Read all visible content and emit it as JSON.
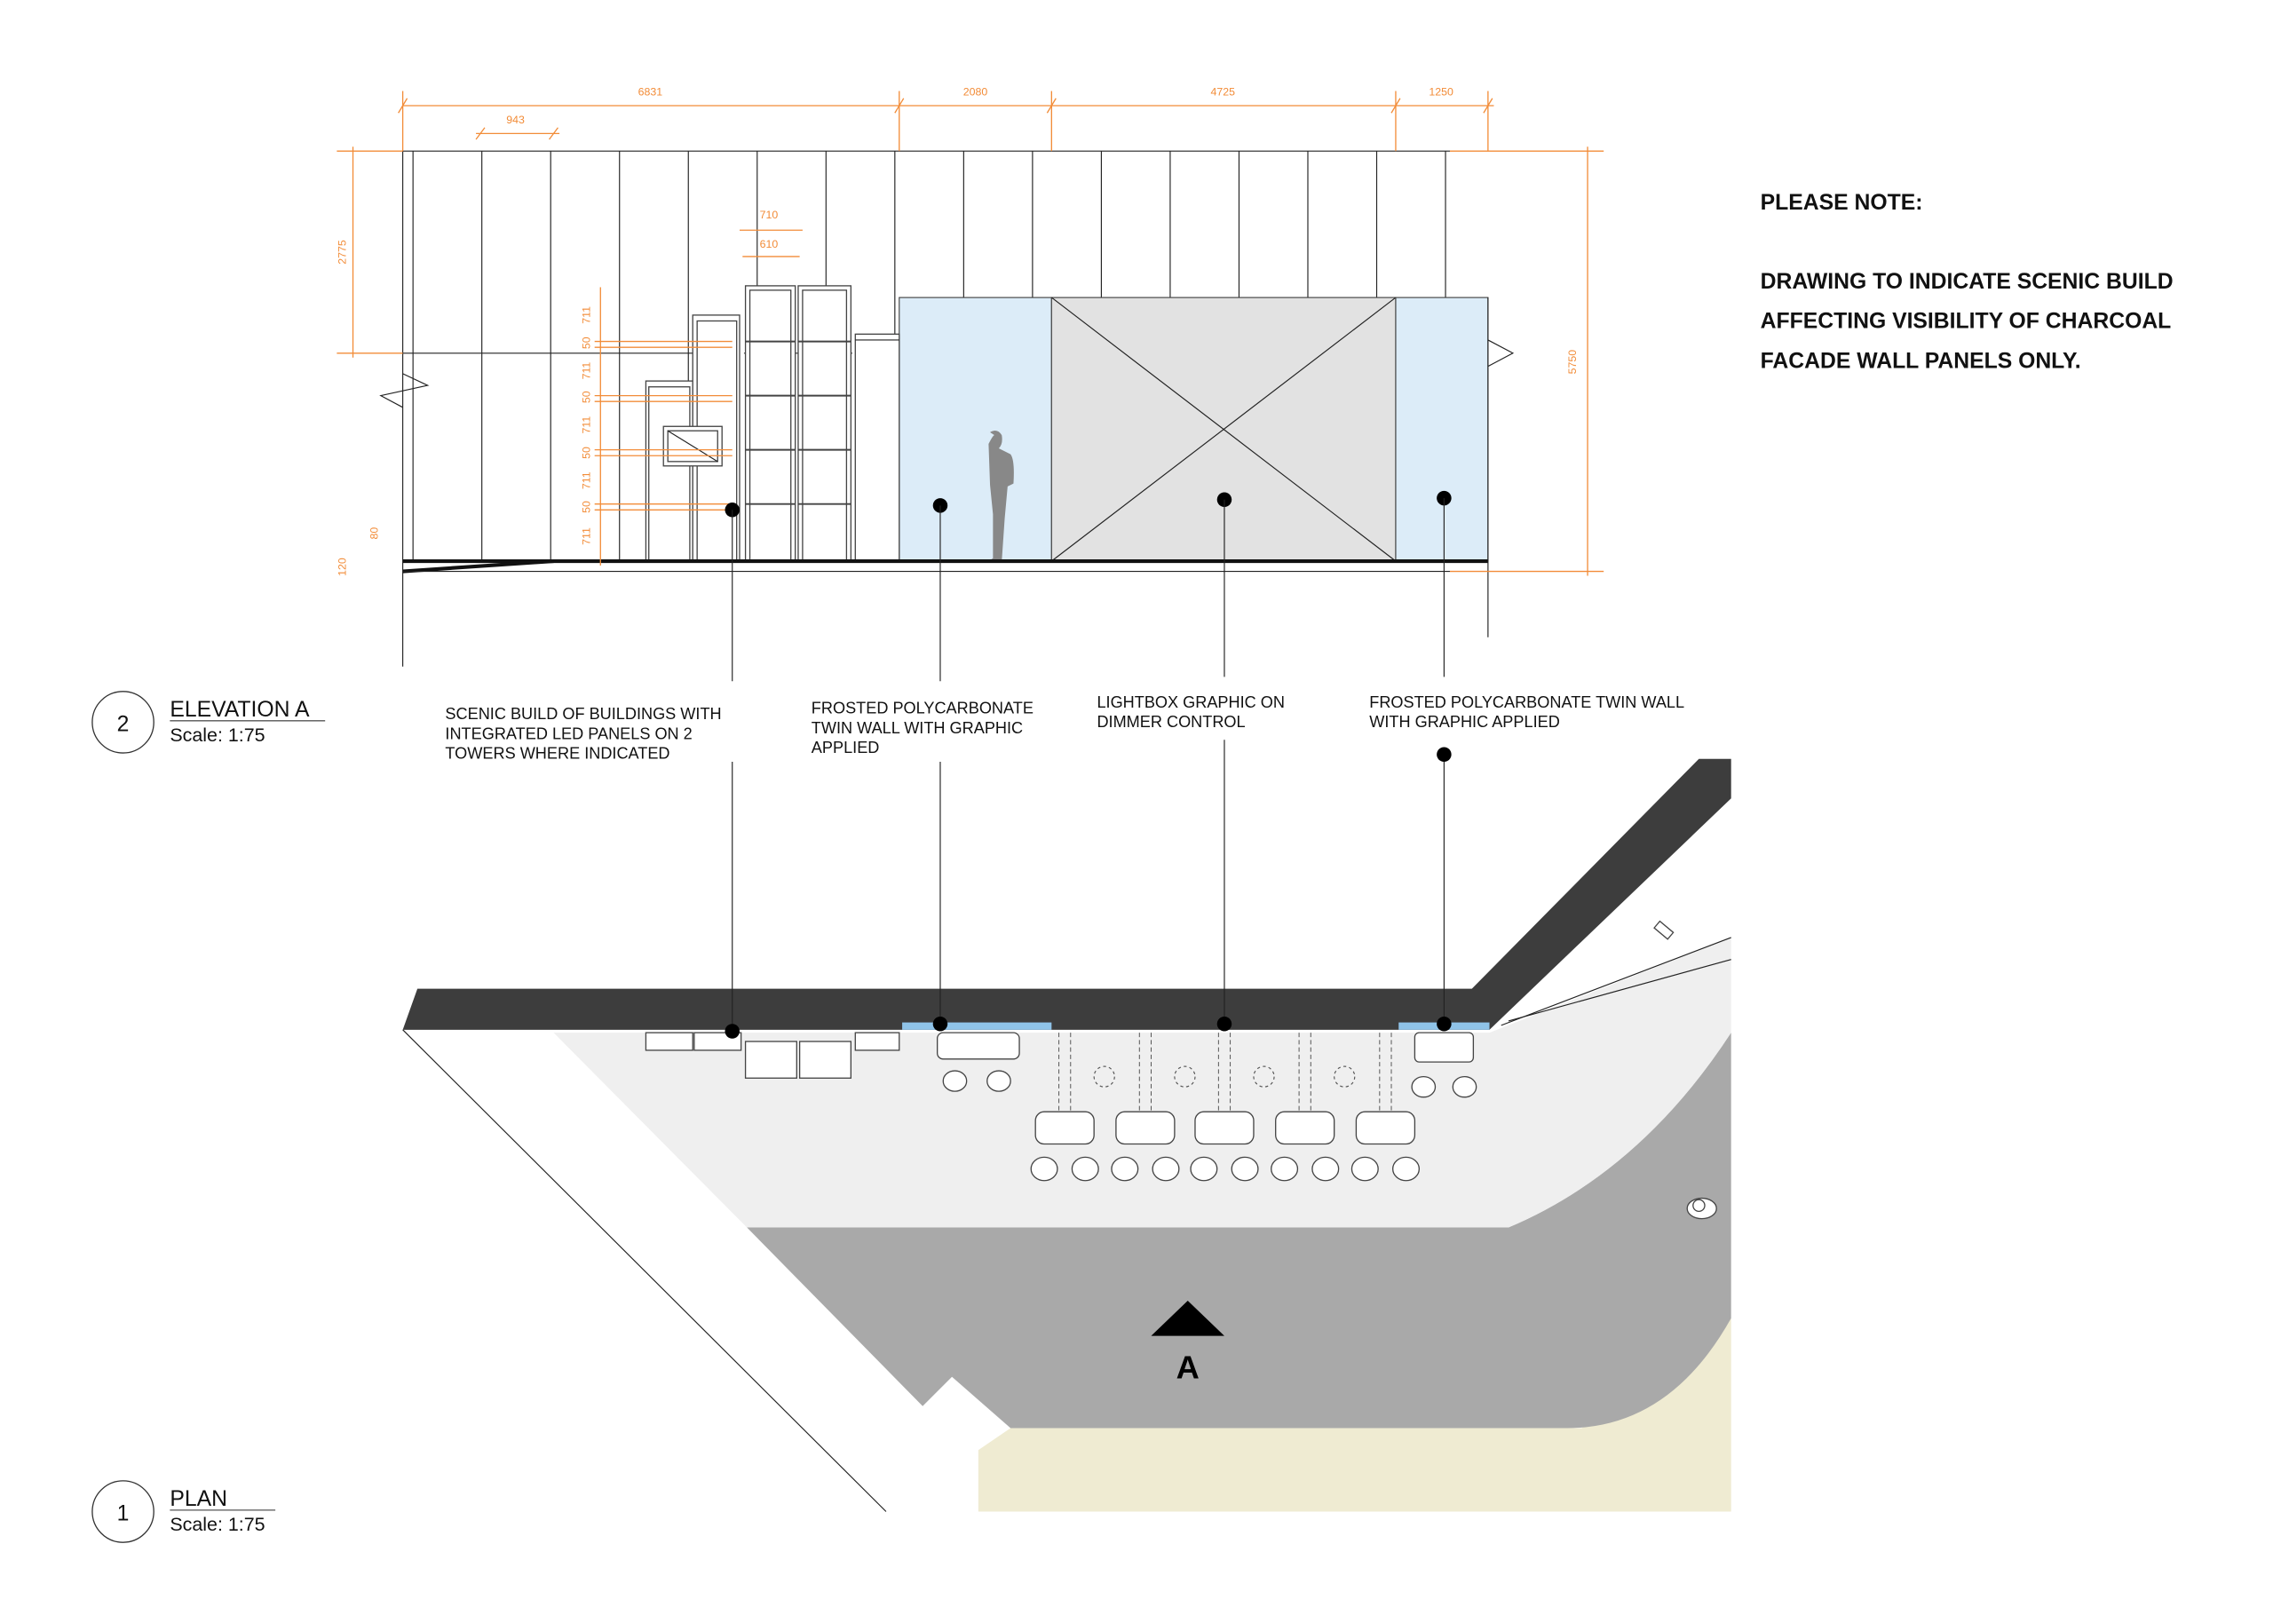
{
  "note": {
    "heading": "PLEASE NOTE:",
    "lines": [
      "DRAWING TO INDICATE SCENIC BUILD",
      "AFFECTING VISIBILITY OF CHARCOAL",
      "FACADE WALL PANELS ONLY."
    ]
  },
  "elevation": {
    "number": "2",
    "title": "ELEVATION A",
    "scale": "Scale: 1:75",
    "dimensions": {
      "top": [
        "6831",
        "2080",
        "4725",
        "1250"
      ],
      "panel": "943",
      "tower_outer": "710",
      "tower_inner": "610",
      "left_height": "2775",
      "right_height": "5750",
      "floor": "120",
      "step": "80",
      "tower_module": "711",
      "tower_gap": "50"
    }
  },
  "callouts": [
    {
      "lines": [
        "SCENIC BUILD OF BUILDINGS WITH",
        "INTEGRATED LED PANELS ON 2",
        "TOWERS WHERE INDICATED"
      ]
    },
    {
      "lines": [
        "FROSTED POLYCARBONATE",
        "TWIN WALL WITH GRAPHIC",
        "APPLIED"
      ]
    },
    {
      "lines": [
        "LIGHTBOX GRAPHIC ON",
        "DIMMER CONTROL"
      ]
    },
    {
      "lines": [
        "FROSTED POLYCARBONATE TWIN WALL",
        "WITH GRAPHIC APPLIED"
      ]
    }
  ],
  "plan": {
    "number": "1",
    "title": "PLAN",
    "scale": "Scale: 1:75",
    "section_marker": "A"
  },
  "colors": {
    "dimension": "#f28c38",
    "polycarbonate": "#dcecf8",
    "lightbox": "#e2e2e2",
    "wall": "#3d3d3d",
    "floor": "#efefef",
    "road": "#a9a9a9",
    "sand": "#efebd2"
  }
}
